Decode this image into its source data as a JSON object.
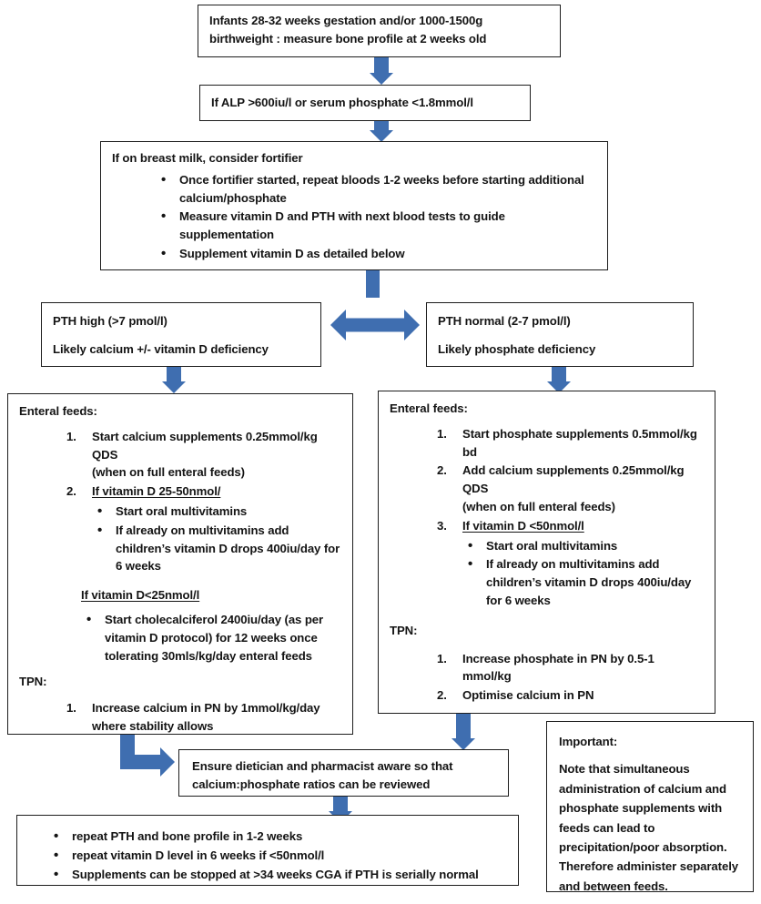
{
  "diagram": {
    "title": "Neonatal metabolic bone disease management flowchart",
    "accent_color": "#3f6eb0",
    "border_color": "#1d1d1d",
    "background_color": "#ffffff"
  },
  "nodes": {
    "start": {
      "line1": "Infants 28-32 weeks gestation and/or 1000-1500g",
      "line2": "birthweight : measure bone profile at 2 weeks old"
    },
    "criteria": {
      "text": "If ALP >600iu/l or serum phosphate <1.8mmol/l"
    },
    "fortifier": {
      "heading": "If on breast milk, consider fortifier",
      "bullets": [
        "Once fortifier started, repeat bloods 1-2 weeks before starting additional calcium/phosphate",
        "Measure vitamin D and PTH with next blood tests to guide supplementation",
        "Supplement vitamin D as detailed below"
      ]
    },
    "pth_high": {
      "line1": "PTH high (>7 pmol/l)",
      "line2": "Likely calcium +/- vitamin D deficiency"
    },
    "pth_normal": {
      "line1": "PTH normal (2-7 pmol/l)",
      "line2": "Likely phosphate deficiency"
    },
    "left_treatment": {
      "enteral_heading": "Enteral feeds:",
      "item1_line1": "Start calcium supplements 0.25mmol/kg QDS",
      "item1_line2": "(when on full enteral feeds)",
      "item2_heading": "If vitamin D 25-50nmol/",
      "item2_bullets": [
        "Start oral multivitamins",
        "If already on multivitamins add children’s vitamin D drops 400iu/day for 6 weeks"
      ],
      "vitd_low_heading": "If vitamin D<25nmol/l",
      "vitd_low_bullets": [
        "Start cholecalciferol 2400iu/day (as per vitamin D protocol) for 12 weeks once tolerating 30mls/kg/day enteral feeds"
      ],
      "tpn_heading": "TPN:",
      "tpn_item1_line1": "Increase calcium in PN by 1mmol/kg/day",
      "tpn_item1_line2": "where stability allows"
    },
    "right_treatment": {
      "enteral_heading": "Enteral feeds:",
      "item1": "Start phosphate supplements 0.5mmol/kg bd",
      "item2_line1": "Add calcium supplements 0.25mmol/kg QDS",
      "item2_line2": "(when on full enteral feeds)",
      "item3_heading": "If vitamin D <50nmol/l",
      "item3_bullets": [
        "Start oral multivitamins",
        "If already on multivitamins add children’s vitamin D drops 400iu/day for 6 weeks"
      ],
      "tpn_heading": "TPN:",
      "tpn_items": [
        "Increase phosphate in PN by 0.5-1 mmol/kg",
        "Optimise calcium in PN"
      ]
    },
    "dietician": {
      "line1": "Ensure dietician and pharmacist aware so that",
      "line2": "calcium:phosphate ratios can be reviewed"
    },
    "followup": {
      "bullets": [
        "repeat PTH and bone profile in 1-2 weeks",
        "repeat vitamin D level in 6 weeks if <50nmol/l",
        "Supplements can be stopped at >34 weeks CGA if PTH is serially normal"
      ]
    },
    "important": {
      "heading": "Important:",
      "body": "Note that simultaneous administration of calcium and phosphate supplements with feeds can lead to precipitation/poor absorption. Therefore administer separately and between feeds."
    }
  }
}
